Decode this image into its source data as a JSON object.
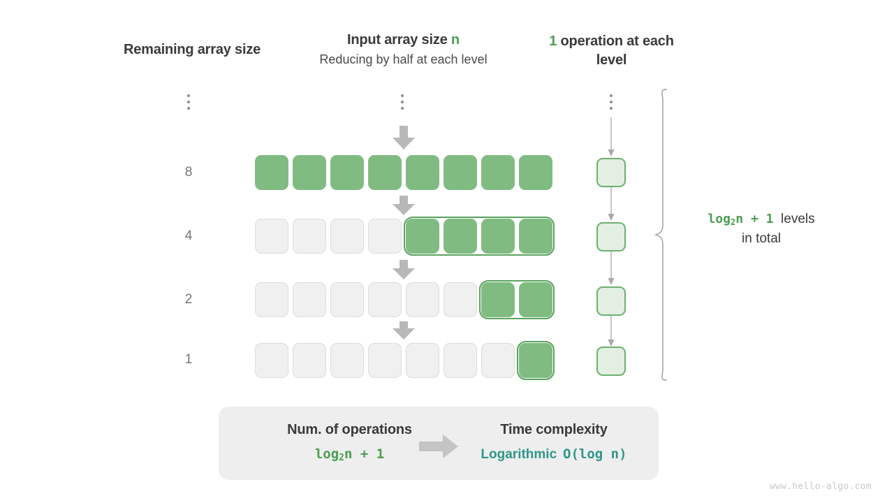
{
  "headers": {
    "left": "Remaining array size",
    "mid_line1_prefix": "Input array size ",
    "mid_line1_symbol": "n",
    "mid_line2": "Reducing by half at each level",
    "right_count": "1",
    "right_text": " operation at each level"
  },
  "rows": [
    {
      "size_label": "8",
      "total_cells": 8,
      "active_cells": 8,
      "outline_style": "white"
    },
    {
      "size_label": "4",
      "total_cells": 8,
      "active_cells": 4,
      "outline_style": "green"
    },
    {
      "size_label": "2",
      "total_cells": 8,
      "active_cells": 2,
      "outline_style": "green"
    },
    {
      "size_label": "1",
      "total_cells": 8,
      "active_cells": 1,
      "outline_style": "green"
    }
  ],
  "operations": {
    "count_per_level": 1,
    "boxes": 4
  },
  "ellipsis": {
    "dots": 3,
    "columns": [
      "size-column",
      "array-column",
      "operation-column"
    ]
  },
  "right_note": {
    "formula_log": "log",
    "formula_base": "2",
    "formula_rest": "n + 1",
    "label_after": "levels",
    "line2": "in total"
  },
  "summary": {
    "left_title": "Num. of operations",
    "left_value_log": "log",
    "left_value_base": "2",
    "left_value_rest": "n + 1",
    "right_title": "Time complexity",
    "right_value_word": "Logarithmic",
    "right_value_notation": "O(log n)",
    "arrow": "right-arrow-icon"
  },
  "watermark": "www.hello-algo.com",
  "colors": {
    "cell_active": "#80bc82",
    "cell_inactive": "#f0f0f0",
    "cell_inactive_border": "#dcdcdc",
    "op_box_fill": "#e3efe3",
    "op_box_border": "#6bb06f",
    "green_text": "#4C9E50",
    "teal_text": "#2f9688",
    "arrow_gray": "#b8b8b8",
    "label_gray": "#767676",
    "summary_bg": "#eeeeee",
    "watermark": "#c9c9c9"
  }
}
